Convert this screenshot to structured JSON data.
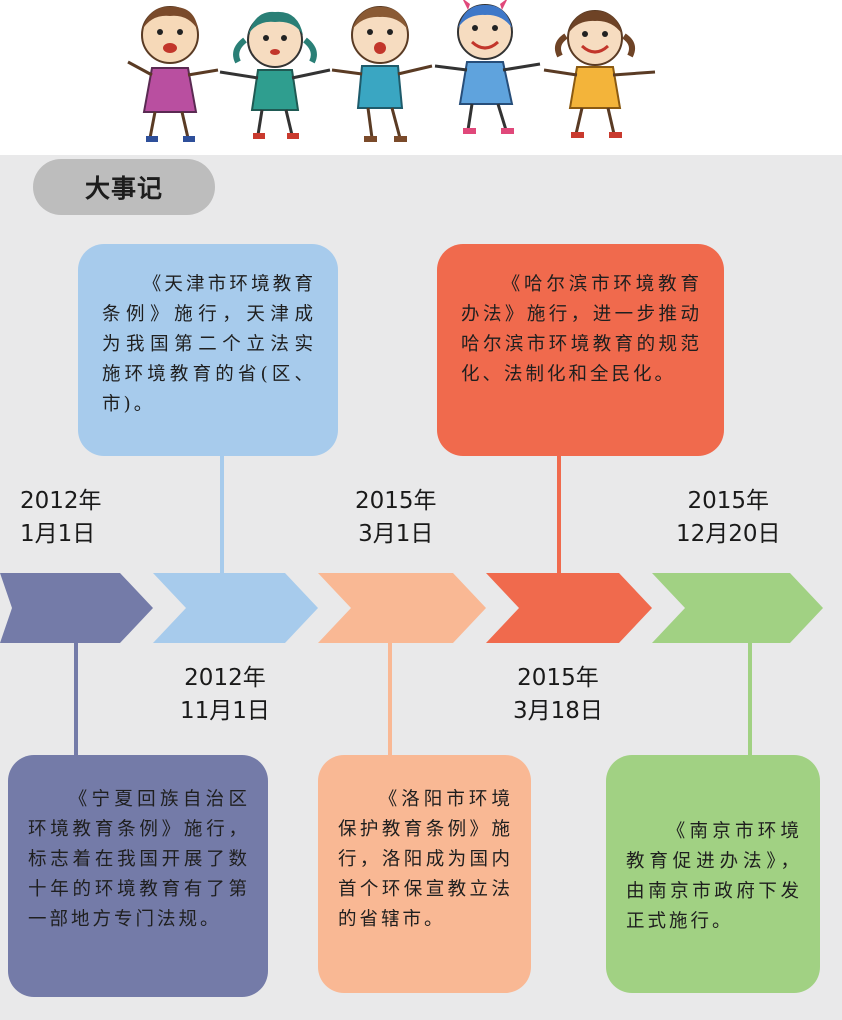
{
  "title": "大事记",
  "colors": {
    "dark_blue": "#747ba8",
    "light_blue": "#a7cbec",
    "peach": "#f9b894",
    "red_orange": "#f06a4d",
    "green": "#a1d183",
    "panel_bg": "#e9e9ea",
    "pill_bg": "#bdbdbd"
  },
  "events": [
    {
      "date": "2012年\n1月1日",
      "text": "《宁夏回族自治区环境教育条例》施行，标志着在我国开展了数十年的环境教育有了第一部地方专门法规。"
    },
    {
      "date": "2012年\n11月1日",
      "text": "《天津市环境教育条例》施行，天津成为我国第二个立法实施环境教育的省(区、市)。"
    },
    {
      "date": "2015年\n3月1日",
      "text": "《洛阳市环境保护教育条例》施行，洛阳成为国内首个环保宣教立法的省辖市。"
    },
    {
      "date": "2015年\n3月18日",
      "text": "《哈尔滨市环境教育办法》施行，进一步推动哈尔滨市环境教育的规范化、法制化和全民化。"
    },
    {
      "date": "2015年\n12月20日",
      "text": "《南京市环境教育促进办法》，由南京市政府下发正式施行。"
    }
  ]
}
